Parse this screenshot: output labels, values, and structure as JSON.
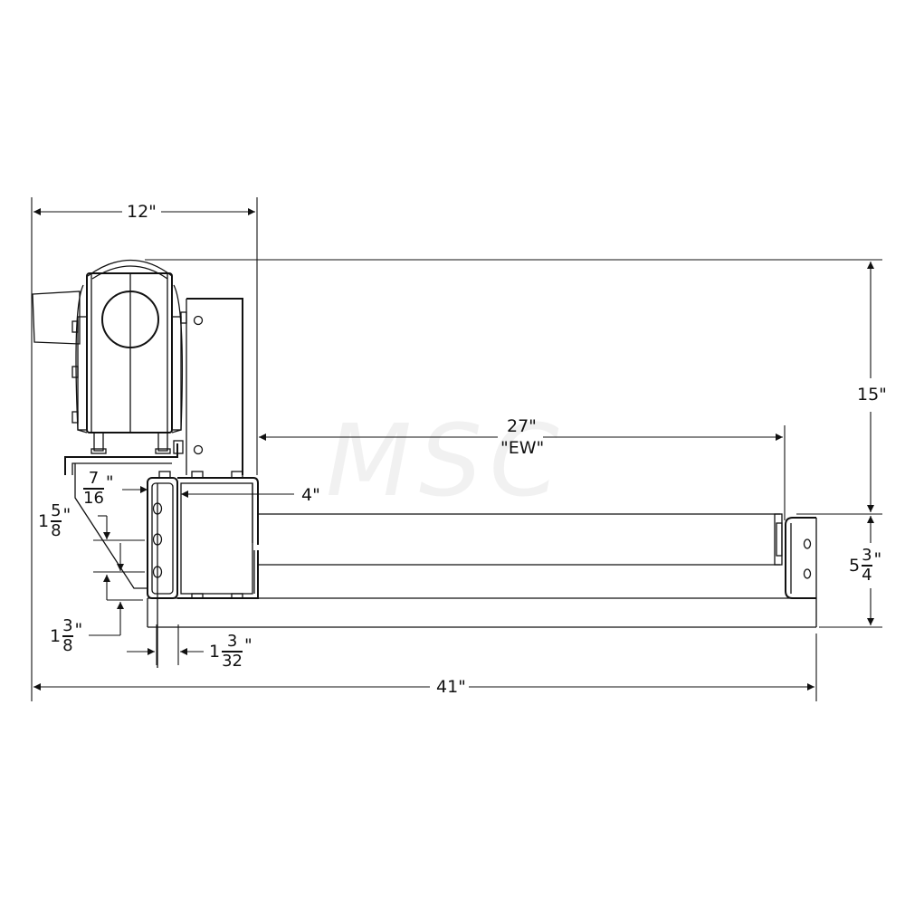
{
  "drawing": {
    "type": "conveyor drive end elevation view",
    "watermark": "MSC",
    "line_color": "#111111",
    "background": "#ffffff"
  },
  "dimensions": {
    "top_width": "12\"",
    "between_frames": {
      "value": "27\"",
      "note": "\"EW\""
    },
    "channel_width": "4\"",
    "overall_length": "41\"",
    "overall_height": "15\"",
    "frame_height": {
      "whole": "5",
      "num": "3",
      "den": "4",
      "unit": "\""
    },
    "offset_top": {
      "whole": "",
      "num": "7",
      "den": "16",
      "unit": "\""
    },
    "hole_spacing_upper": {
      "whole": "1",
      "num": "5",
      "den": "8",
      "unit": "\""
    },
    "hole_spacing_lower": {
      "whole": "1",
      "num": "3",
      "den": "8",
      "unit": "\""
    },
    "bracket_width": {
      "whole": "1",
      "num": "3",
      "den": "32",
      "unit": "\""
    }
  }
}
